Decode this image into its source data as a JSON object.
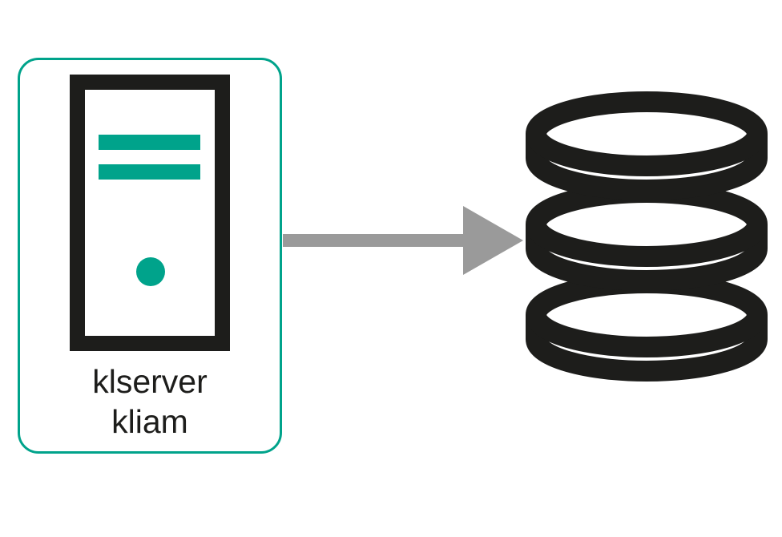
{
  "page": {
    "background_color": "#ffffff"
  },
  "diagram": {
    "type": "architecture-diagram",
    "server_node": {
      "label_line1": "klserver",
      "label_line2": "kliam",
      "border_color": "#00a38b",
      "icon": "server-tower-icon",
      "icon_outline_color": "#1d1d1b",
      "icon_accent_color": "#00a38b"
    },
    "connector": {
      "icon": "arrow-right-icon",
      "direction": "right",
      "color": "#9a9a9a",
      "from": "server_node",
      "to": "database_node"
    },
    "database_node": {
      "icon": "database-icon",
      "icon_color": "#1d1d1b",
      "disk_count": 3
    }
  }
}
